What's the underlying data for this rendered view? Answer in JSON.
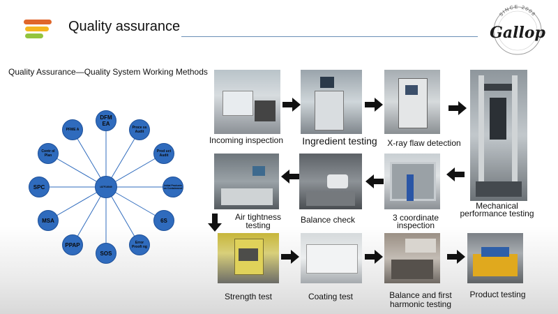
{
  "header": {
    "title": "Quality assurance",
    "brand_top": "SINCE 2008",
    "brand_name": "Gallop"
  },
  "subtitle": "Quality Assurance—Quality System Working Methods",
  "diagram": {
    "center": "IATF16949",
    "nodes": [
      "DFM EA",
      "Proce ss Audit",
      "Prod uct Audit",
      "Initial Products on Containment",
      "6S",
      "Error Proofi ng",
      "SOS",
      "PPAP",
      "MSA",
      "SPC",
      "Contr ol Plan",
      "PFME A"
    ]
  },
  "process_steps": [
    {
      "label": "Incoming inspection"
    },
    {
      "label": "Ingredient testing"
    },
    {
      "label": "X-ray flaw detection"
    },
    {
      "label": "Mechanical performance testing"
    },
    {
      "label": "3 coordinate inspection"
    },
    {
      "label": "Balance check"
    },
    {
      "label": "Air tightness testing"
    },
    {
      "label": "Strength test"
    },
    {
      "label": "Coating test"
    },
    {
      "label": "Balance and first harmonic testing"
    },
    {
      "label": "Product testing"
    }
  ],
  "colors": {
    "accent_line": "#6a8fb5",
    "node_fill": "#2f6bbd",
    "bar_orange": "#e0662a",
    "bar_yellow": "#f4b61f",
    "bar_green": "#93c43e"
  }
}
